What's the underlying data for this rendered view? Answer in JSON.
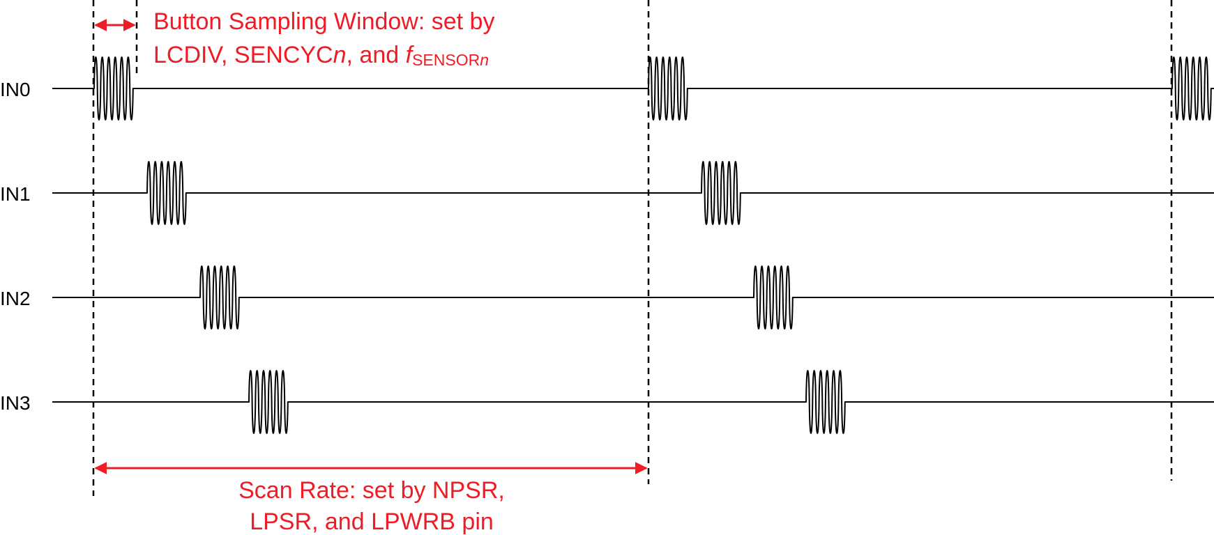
{
  "colors": {
    "annotation": "#ee1c25",
    "trace": "#000000",
    "background": "#ffffff"
  },
  "channels": [
    {
      "label": "IN0",
      "bursts": 3
    },
    {
      "label": "IN1",
      "bursts": 2
    },
    {
      "label": "IN2",
      "bursts": 2
    },
    {
      "label": "IN3",
      "bursts": 2
    }
  ],
  "annotations": {
    "sampling_window": {
      "line1": "Button Sampling Window: set by",
      "line2_prefix": "LCDIV, SENCYC",
      "line2_italic_n": "n",
      "line2_mid": ", and ",
      "line2_f": "f",
      "line2_sub": "SENSOR",
      "line2_sub_n": "n"
    },
    "scan_rate": {
      "line1": "Scan Rate: set by NPSR,",
      "line2": "LPSR, and LPWRB pin"
    }
  }
}
